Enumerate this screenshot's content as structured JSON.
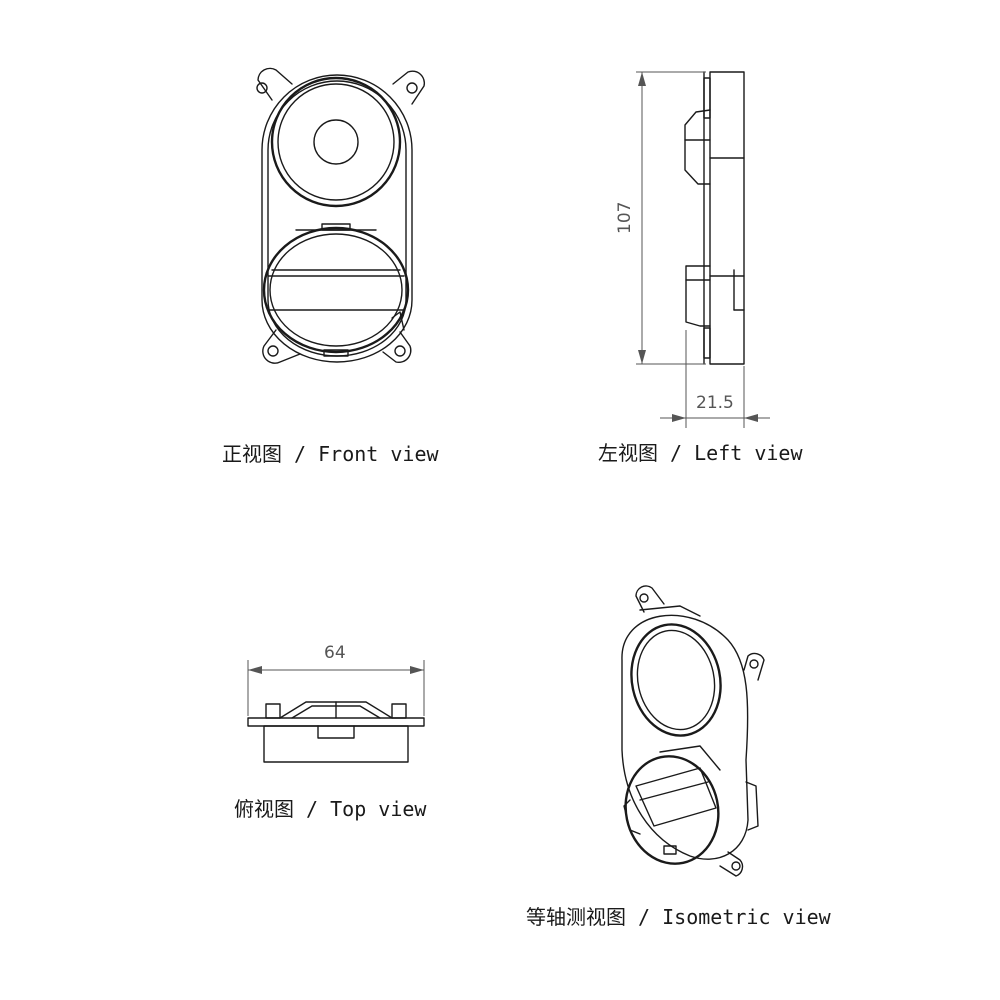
{
  "views": {
    "front": {
      "caption": "正视图 / Front view"
    },
    "left": {
      "caption": "左视图 / Left view",
      "dim_height": "107",
      "dim_depth": "21.5"
    },
    "top": {
      "caption": "俯视图 / Top view",
      "dim_width": "64"
    },
    "iso": {
      "caption": "等轴测视图 / Isometric view"
    }
  },
  "colors": {
    "line": "#1a1a1a",
    "dimension": "#555555",
    "background": "#ffffff"
  }
}
